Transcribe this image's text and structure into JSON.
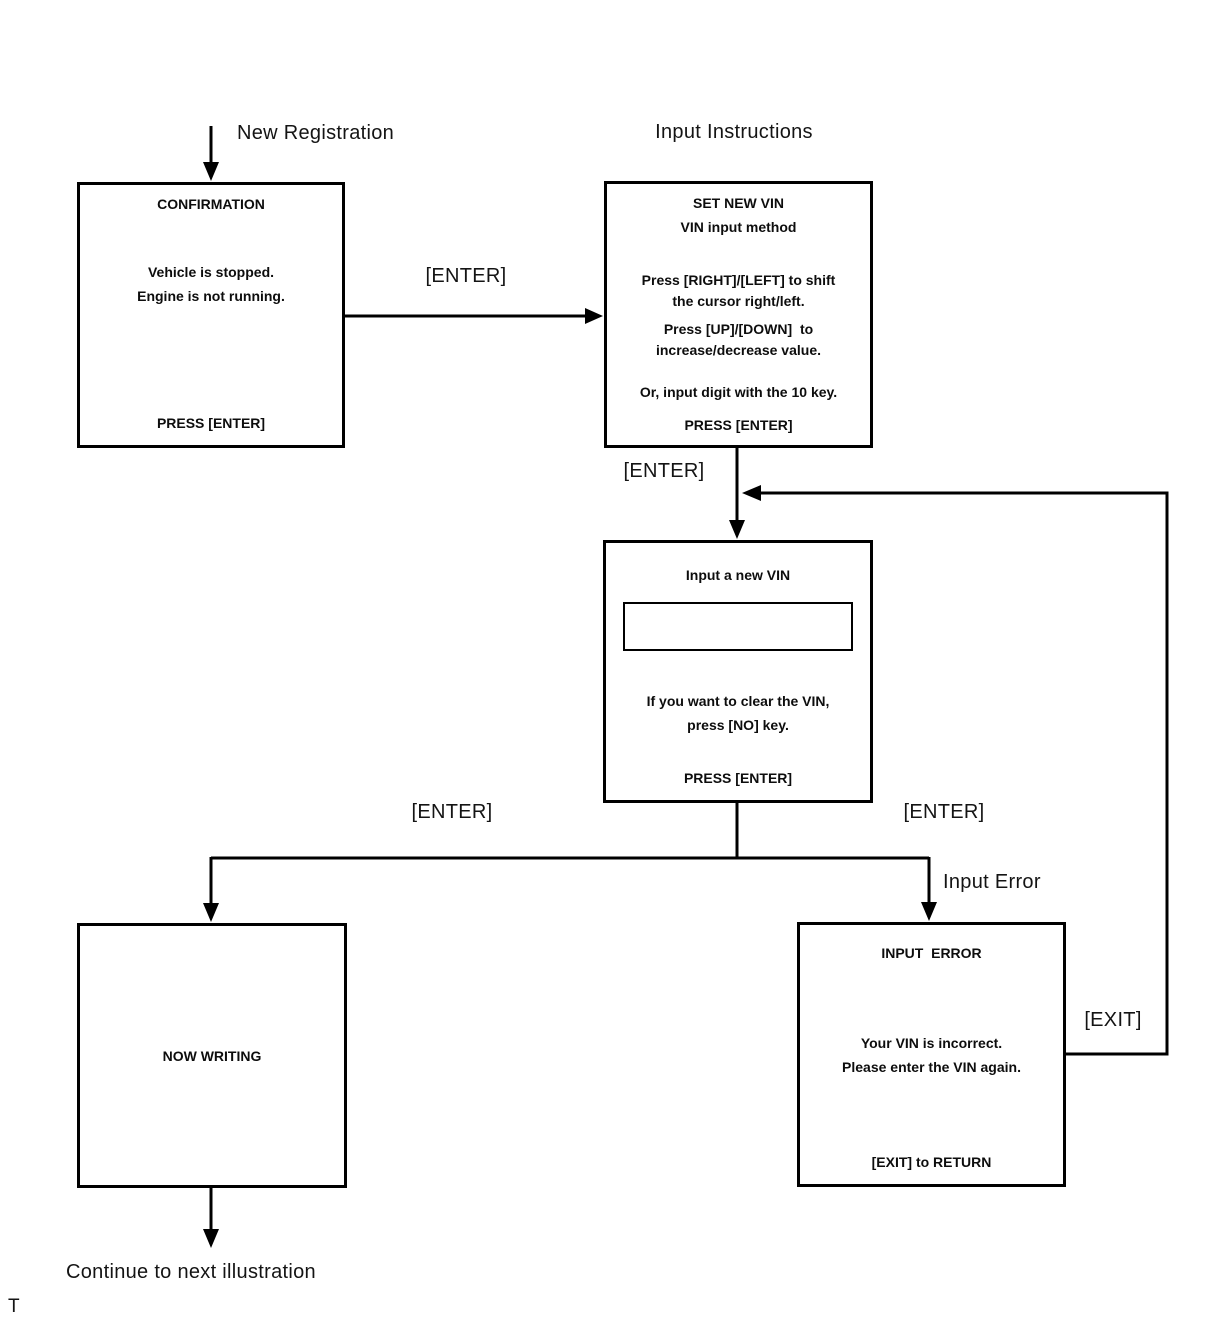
{
  "page": {
    "background_color": "#ffffff",
    "line_color": "#000000"
  },
  "labels": {
    "new_registration": "New Registration",
    "input_instructions": "Input Instructions",
    "enter": "[ENTER]",
    "input_error": "Input Error",
    "exit": "[EXIT]",
    "continue_next": "Continue to next illustration",
    "footnote": "T"
  },
  "boxes": {
    "confirmation": {
      "title": "CONFIRMATION",
      "body_line1": "Vehicle is stopped.",
      "body_line2": "Engine is not running.",
      "footer": "PRESS [ENTER]"
    },
    "set_new_vin": {
      "title_line1": "SET NEW VIN",
      "title_line2": "VIN input method",
      "body_line1": "Press [RIGHT]/[LEFT] to shift",
      "body_line2": "the cursor right/left.",
      "body_line3": "Press [UP]/[DOWN]  to",
      "body_line4": "increase/decrease value.",
      "body_line5": "Or, input digit with the 10 key.",
      "footer": "PRESS [ENTER]"
    },
    "input_new_vin": {
      "title": "Input a new VIN",
      "field_value": "",
      "body_line1": "If you want to clear the VIN,",
      "body_line2": "press [NO] key.",
      "footer": "PRESS [ENTER]"
    },
    "now_writing": {
      "title": "NOW WRITING"
    },
    "input_error": {
      "title": "INPUT  ERROR",
      "body_line1": "Your VIN is incorrect.",
      "body_line2": "Please enter the VIN again.",
      "footer": "[EXIT] to RETURN"
    }
  }
}
